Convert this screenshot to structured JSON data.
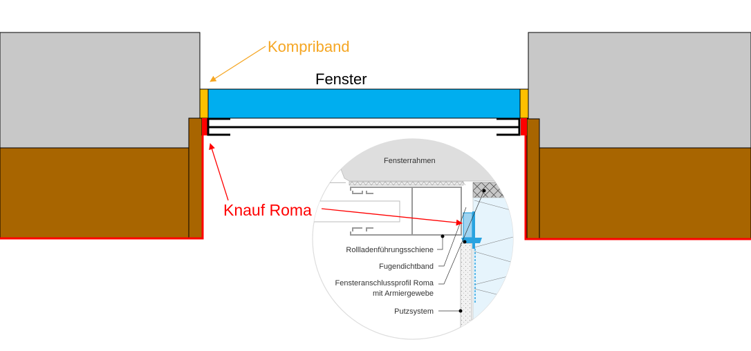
{
  "diagram": {
    "title": "Window reveal detail with Knauf Roma connection profile",
    "labels": {
      "kompriband": "Kompriband",
      "fenster": "Fenster",
      "knauf_roma": "Knauf Roma"
    },
    "detail_inset": {
      "fensterrahmen": "Fensterrahmen",
      "callouts": [
        {
          "text": "Rollladenführungsschiene"
        },
        {
          "text": "Fugendichtband"
        },
        {
          "text": "Fensteranschlussprofil Roma",
          "text2": "mit Armiergewebe"
        },
        {
          "text": "Putzsystem"
        }
      ]
    },
    "colors": {
      "masonry": "#C8C8C8",
      "insulation_wood": "#A86500",
      "window_glass": "#00AEEF",
      "kompriband": "#FFC000",
      "knauf_roma": "#FF0000",
      "kompriband_label": "#F5A623",
      "inset_insulation": "#E6F4FC",
      "inset_profile": "#29A3E0"
    }
  }
}
